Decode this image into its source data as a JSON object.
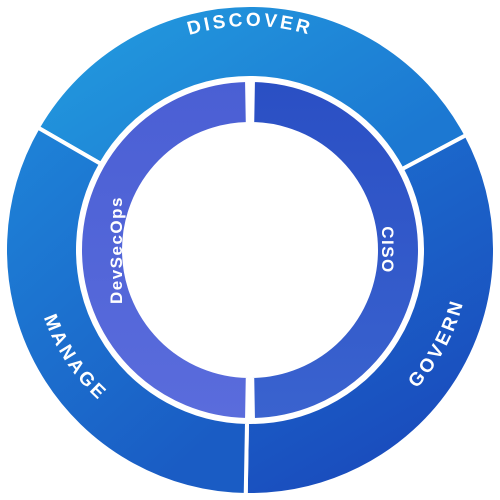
{
  "outer_ring": {
    "segments": [
      {
        "label": "DISCOVER"
      },
      {
        "label": "GOVERN"
      },
      {
        "label": "MANAGE"
      }
    ]
  },
  "inner_ring": {
    "segments": [
      {
        "label": "CISO"
      },
      {
        "label": "DevSecOps"
      }
    ]
  },
  "colors": {
    "outer_light": "#2aa5e3",
    "outer_dark": "#1a4fbf",
    "inner_light": "#5468d8",
    "inner_dark": "#2c57c6",
    "background": "#ffffff"
  }
}
